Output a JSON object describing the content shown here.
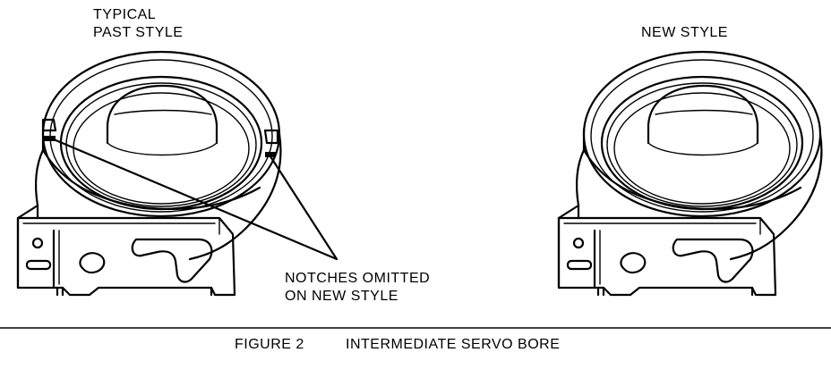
{
  "labels": {
    "past_style_line1": "TYPICAL",
    "past_style_line2": "PAST STYLE",
    "new_style": "NEW STYLE",
    "callout_line1": "NOTCHES OMITTED",
    "callout_line2": "ON NEW STYLE"
  },
  "caption": {
    "figure_number": "FIGURE 2",
    "title": "INTERMEDIATE SERVO BORE"
  },
  "colors": {
    "ink": "#000000",
    "paper": "#ffffff"
  }
}
